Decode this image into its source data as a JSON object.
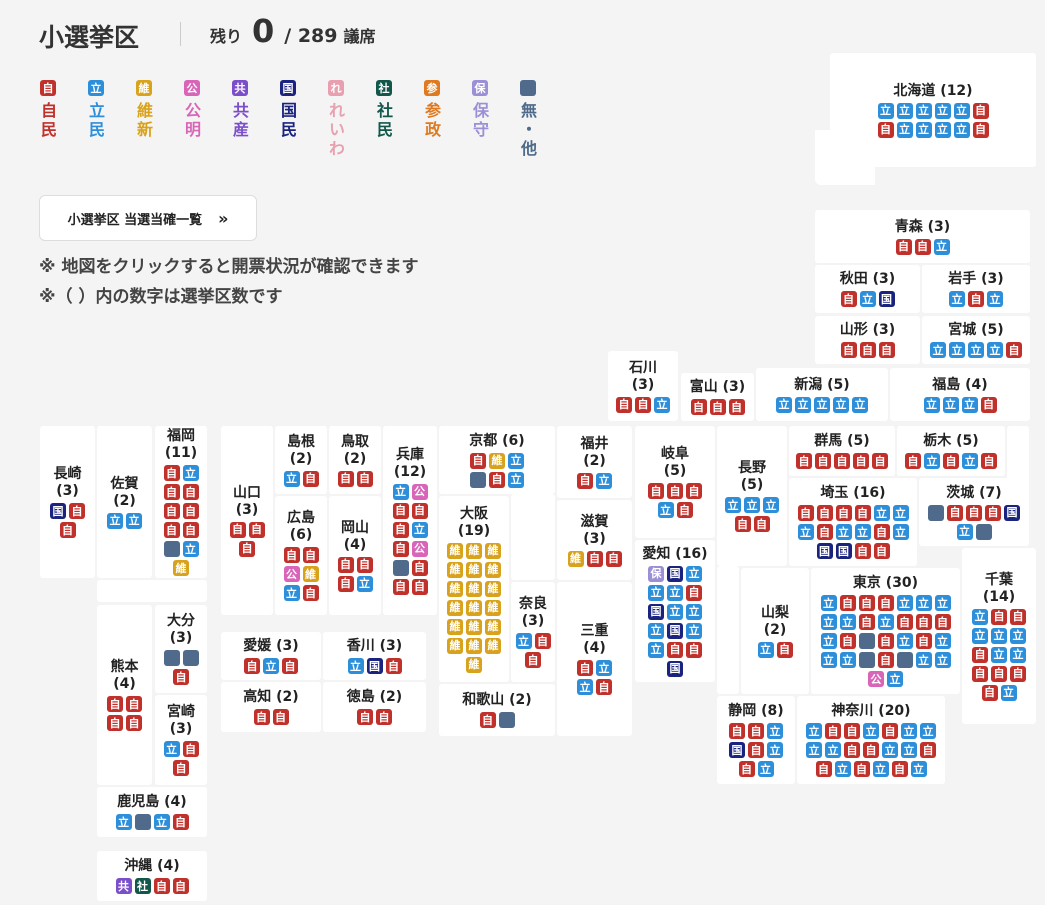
{
  "header": {
    "title": "小選挙区",
    "remain_label": "残り",
    "remain_value": "0",
    "total": "/ 289",
    "unit": "議席"
  },
  "parties": {
    "自": {
      "label": "自民",
      "color": "#c0312b"
    },
    "立": {
      "label": "立民",
      "color": "#2d8fd9"
    },
    "維": {
      "label": "維新",
      "color": "#d9a21c"
    },
    "公": {
      "label": "公明",
      "color": "#d965b8"
    },
    "共": {
      "label": "共産",
      "color": "#7b4fc9"
    },
    "国": {
      "label": "国民",
      "color": "#1a237e"
    },
    "れ": {
      "label": "れいわ",
      "color": "#e8a0b0"
    },
    "社": {
      "label": "社民",
      "color": "#12574a"
    },
    "参": {
      "label": "参政",
      "color": "#e07a20"
    },
    "保": {
      "label": "保守",
      "color": "#9b8fd6"
    },
    "無": {
      "label": "無・他",
      "color": "#4f6a8a"
    }
  },
  "legend_order": [
    "自",
    "立",
    "維",
    "公",
    "共",
    "国",
    "れ",
    "社",
    "参",
    "保",
    "無"
  ],
  "list_button": {
    "label": "小選挙区 当選当確一覧",
    "icon": "double-chevron-right-icon"
  },
  "notes": [
    "※ 地図をクリックすると開票状況が確認できます",
    "※（ ）内の数字は選挙区数です"
  ],
  "prefectures": [
    {
      "id": "hokkaido",
      "name": "北海道",
      "seats": "(12)",
      "results": [
        "立",
        "立",
        "立",
        "立",
        "立",
        "自",
        "自",
        "立",
        "立",
        "立",
        "立",
        "自"
      ]
    },
    {
      "id": "aomori",
      "name": "青森",
      "seats": "(3)",
      "results": [
        "自",
        "自",
        "立"
      ]
    },
    {
      "id": "akita",
      "name": "秋田",
      "seats": "(3)",
      "results": [
        "自",
        "立",
        "国"
      ]
    },
    {
      "id": "iwate",
      "name": "岩手",
      "seats": "(3)",
      "results": [
        "立",
        "自",
        "立"
      ]
    },
    {
      "id": "yamagata",
      "name": "山形",
      "seats": "(3)",
      "results": [
        "自",
        "自",
        "自"
      ]
    },
    {
      "id": "miyagi",
      "name": "宮城",
      "seats": "(5)",
      "results": [
        "立",
        "立",
        "立",
        "立",
        "自"
      ]
    },
    {
      "id": "ishikawa",
      "name": "石川",
      "seats": "(3)",
      "results": [
        "自",
        "自",
        "立"
      ]
    },
    {
      "id": "toyama",
      "name": "富山",
      "seats": "(3)",
      "results": [
        "自",
        "自",
        "自"
      ]
    },
    {
      "id": "niigata",
      "name": "新潟",
      "seats": "(5)",
      "results": [
        "立",
        "立",
        "立",
        "立",
        "立"
      ]
    },
    {
      "id": "fukushima",
      "name": "福島",
      "seats": "(4)",
      "results": [
        "立",
        "立",
        "立",
        "自"
      ]
    },
    {
      "id": "nagasaki",
      "name": "長崎",
      "seats": "(3)",
      "results": [
        "国",
        "自",
        "自"
      ]
    },
    {
      "id": "saga",
      "name": "佐賀",
      "seats": "(2)",
      "results": [
        "立",
        "立"
      ]
    },
    {
      "id": "fukuoka",
      "name": "福岡",
      "seats": "(11)",
      "results": [
        "自",
        "立",
        "自",
        "自",
        "自",
        "自",
        "自",
        "自",
        "無",
        "立",
        "維"
      ]
    },
    {
      "id": "kumamoto",
      "name": "熊本",
      "seats": "(4)",
      "results": [
        "自",
        "自",
        "自",
        "自"
      ]
    },
    {
      "id": "oita",
      "name": "大分",
      "seats": "(3)",
      "results": [
        "無",
        "無",
        "自"
      ]
    },
    {
      "id": "miyazaki",
      "name": "宮崎",
      "seats": "(3)",
      "results": [
        "立",
        "自",
        "自"
      ]
    },
    {
      "id": "kagoshima",
      "name": "鹿児島",
      "seats": "(4)",
      "results": [
        "立",
        "無",
        "立",
        "自"
      ]
    },
    {
      "id": "okinawa",
      "name": "沖縄",
      "seats": "(4)",
      "results": [
        "共",
        "社",
        "自",
        "自"
      ]
    },
    {
      "id": "yamaguchi",
      "name": "山口",
      "seats": "(3)",
      "results": [
        "自",
        "自",
        "自"
      ]
    },
    {
      "id": "shimane",
      "name": "島根",
      "seats": "(2)",
      "results": [
        "立",
        "自"
      ]
    },
    {
      "id": "tottori",
      "name": "鳥取",
      "seats": "(2)",
      "results": [
        "自",
        "自"
      ]
    },
    {
      "id": "hiroshima",
      "name": "広島",
      "seats": "(6)",
      "results": [
        "自",
        "自",
        "公",
        "維",
        "立",
        "自"
      ]
    },
    {
      "id": "okayama",
      "name": "岡山",
      "seats": "(4)",
      "results": [
        "自",
        "自",
        "自",
        "立"
      ]
    },
    {
      "id": "hyogo",
      "name": "兵庫",
      "seats": "(12)",
      "results": [
        "立",
        "公",
        "自",
        "自",
        "自",
        "立",
        "自",
        "公",
        "無",
        "自",
        "自",
        "自"
      ]
    },
    {
      "id": "kyoto",
      "name": "京都",
      "seats": "(6)",
      "results": [
        "自",
        "維",
        "立",
        "無",
        "自",
        "立"
      ]
    },
    {
      "id": "osaka",
      "name": "大阪",
      "seats": "(19)",
      "results": [
        "維",
        "維",
        "維",
        "維",
        "維",
        "維",
        "維",
        "維",
        "維",
        "維",
        "維",
        "維",
        "維",
        "維",
        "維",
        "維",
        "維",
        "維",
        "維"
      ]
    },
    {
      "id": "nara",
      "name": "奈良",
      "seats": "(3)",
      "results": [
        "立",
        "自",
        "自"
      ]
    },
    {
      "id": "wakayama",
      "name": "和歌山",
      "seats": "(2)",
      "results": [
        "自",
        "無"
      ]
    },
    {
      "id": "fukui",
      "name": "福井",
      "seats": "(2)",
      "results": [
        "自",
        "立"
      ]
    },
    {
      "id": "shiga",
      "name": "滋賀",
      "seats": "(3)",
      "results": [
        "維",
        "自",
        "自"
      ]
    },
    {
      "id": "mie",
      "name": "三重",
      "seats": "(4)",
      "results": [
        "自",
        "立",
        "立",
        "自"
      ]
    },
    {
      "id": "gifu",
      "name": "岐阜",
      "seats": "(5)",
      "results": [
        "自",
        "自",
        "自",
        "立",
        "自"
      ]
    },
    {
      "id": "aichi",
      "name": "愛知",
      "seats": "(16)",
      "results": [
        "保",
        "国",
        "立",
        "立",
        "立",
        "自",
        "国",
        "立",
        "立",
        "立",
        "国",
        "立",
        "立",
        "自",
        "自",
        "国"
      ]
    },
    {
      "id": "nagano",
      "name": "長野",
      "seats": "(5)",
      "results": [
        "立",
        "立",
        "立",
        "自",
        "自"
      ]
    },
    {
      "id": "gunma",
      "name": "群馬",
      "seats": "(5)",
      "results": [
        "自",
        "自",
        "自",
        "自",
        "自"
      ]
    },
    {
      "id": "tochigi",
      "name": "栃木",
      "seats": "(5)",
      "results": [
        "自",
        "立",
        "自",
        "立",
        "自"
      ]
    },
    {
      "id": "saitama",
      "name": "埼玉",
      "seats": "(16)",
      "results": [
        "自",
        "自",
        "自",
        "自",
        "立",
        "立",
        "立",
        "自",
        "立",
        "立",
        "自",
        "立",
        "国",
        "国",
        "自",
        "自"
      ]
    },
    {
      "id": "ibaraki",
      "name": "茨城",
      "seats": "(7)",
      "results": [
        "無",
        "自",
        "自",
        "自",
        "国",
        "立",
        "無"
      ]
    },
    {
      "id": "yamanashi",
      "name": "山梨",
      "seats": "(2)",
      "results": [
        "立",
        "自"
      ]
    },
    {
      "id": "tokyo",
      "name": "東京",
      "seats": "(30)",
      "results": [
        "立",
        "自",
        "自",
        "自",
        "立",
        "立",
        "立",
        "立",
        "立",
        "自",
        "立",
        "自",
        "自",
        "自",
        "立",
        "自",
        "無",
        "自",
        "立",
        "自",
        "立",
        "立",
        "立",
        "無",
        "自",
        "無",
        "立",
        "立",
        "公",
        "立"
      ]
    },
    {
      "id": "chiba",
      "name": "千葉",
      "seats": "(14)",
      "results": [
        "立",
        "自",
        "自",
        "立",
        "立",
        "立",
        "自",
        "立",
        "立",
        "自",
        "自",
        "自",
        "自",
        "立"
      ]
    },
    {
      "id": "shizuoka",
      "name": "静岡",
      "seats": "(8)",
      "results": [
        "自",
        "自",
        "立",
        "国",
        "自",
        "立",
        "自",
        "立"
      ]
    },
    {
      "id": "kanagawa",
      "name": "神奈川",
      "seats": "(20)",
      "results": [
        "立",
        "自",
        "自",
        "立",
        "自",
        "立",
        "立",
        "立",
        "立",
        "自",
        "自",
        "立",
        "立",
        "自",
        "自",
        "立",
        "自",
        "立",
        "自",
        "立"
      ]
    },
    {
      "id": "ehime",
      "name": "愛媛",
      "seats": "(3)",
      "results": [
        "自",
        "立",
        "自"
      ]
    },
    {
      "id": "kagawa",
      "name": "香川",
      "seats": "(3)",
      "results": [
        "立",
        "国",
        "自"
      ]
    },
    {
      "id": "kochi",
      "name": "高知",
      "seats": "(2)",
      "results": [
        "自",
        "自"
      ]
    },
    {
      "id": "tokushima",
      "name": "徳島",
      "seats": "(2)",
      "results": [
        "自",
        "自"
      ]
    }
  ]
}
